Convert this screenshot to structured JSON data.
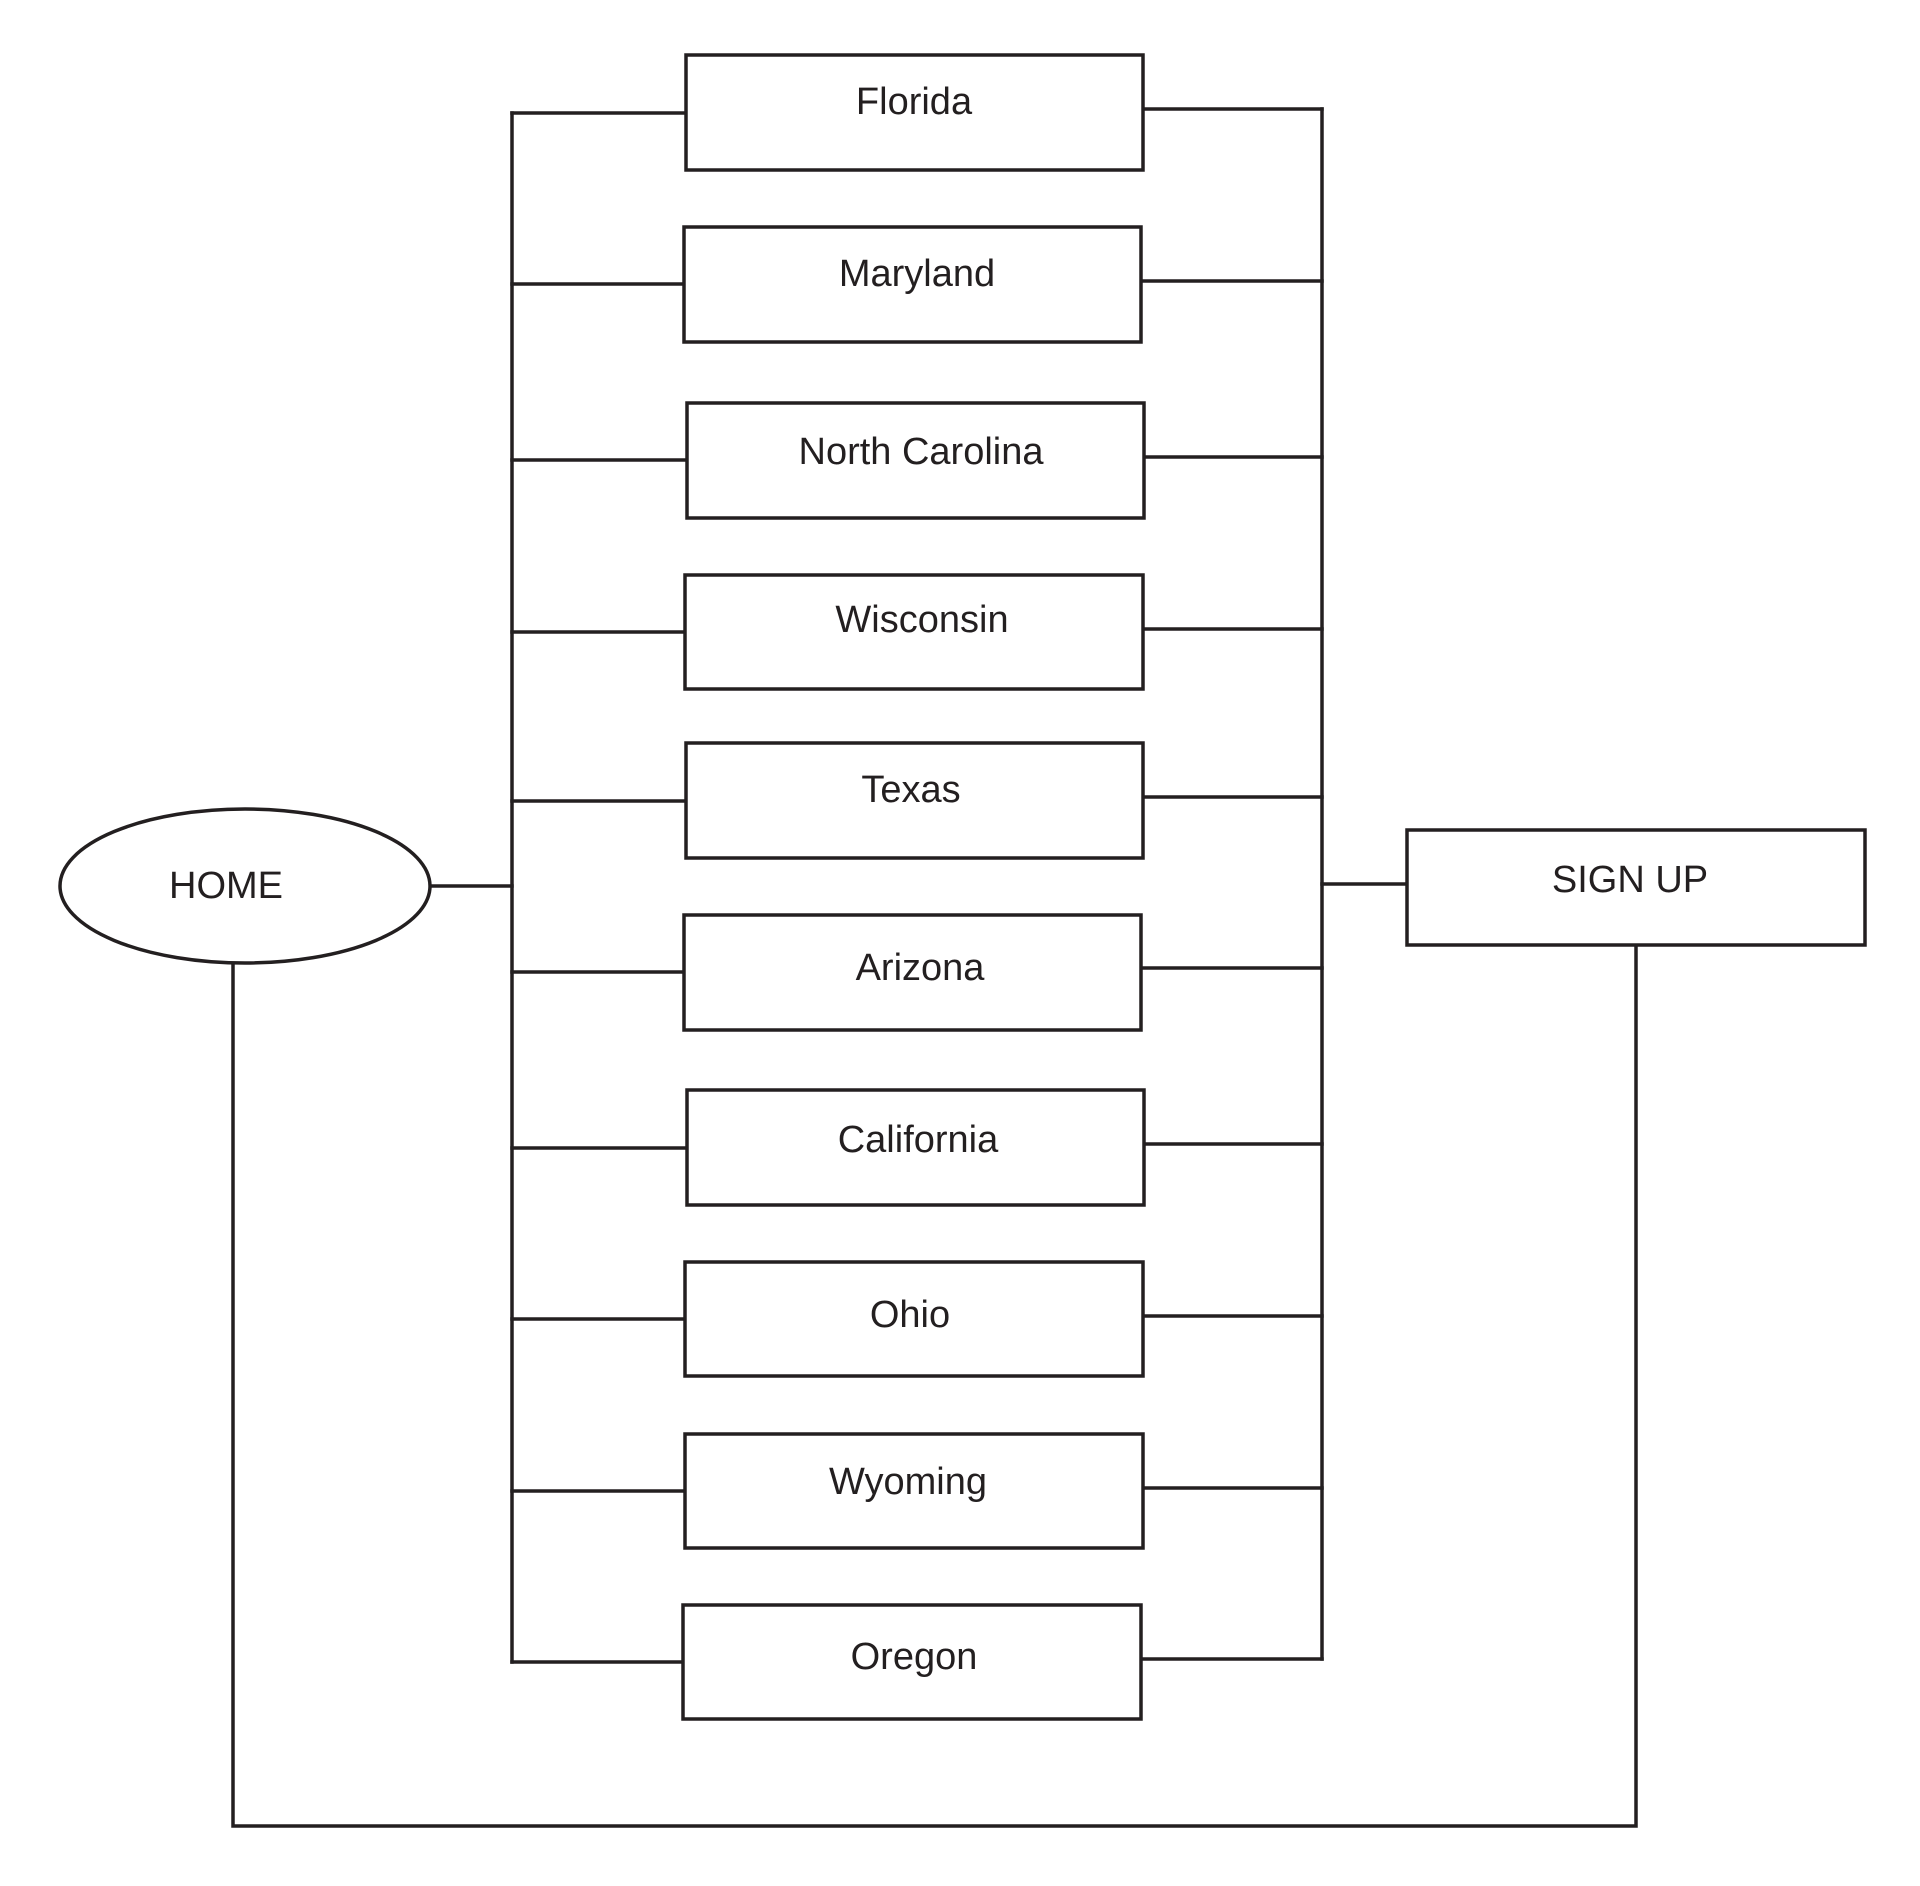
{
  "home": {
    "label": "HOME"
  },
  "signup": {
    "label": "SIGN UP"
  },
  "states": [
    {
      "label": "Florida"
    },
    {
      "label": "Maryland"
    },
    {
      "label": "North Carolina"
    },
    {
      "label": "Wisconsin"
    },
    {
      "label": "Texas"
    },
    {
      "label": "Arizona"
    },
    {
      "label": "California"
    },
    {
      "label": "Ohio"
    },
    {
      "label": "Wyoming"
    },
    {
      "label": "Oregon"
    }
  ],
  "colors": {
    "stroke": "#231f20",
    "text": "#231f20",
    "background": "#ffffff"
  }
}
